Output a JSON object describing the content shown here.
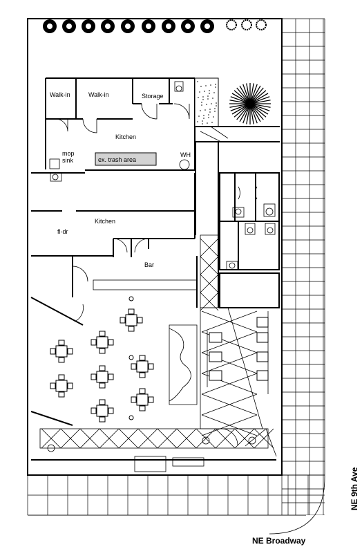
{
  "rooms": {
    "walkin_1": "Walk-in",
    "walkin_2": "Walk-in",
    "storage": "Storage",
    "kitchen_upper": "Kitchen",
    "mop_sink": [
      "mop",
      "sink"
    ],
    "trash_area": "ex. trash area",
    "water_heater": "WH",
    "kitchen_lower": "Kitchen",
    "floor_drain": "fl-dr",
    "bar": "Bar"
  },
  "streets": {
    "east": "NE 9th Ave",
    "south": "NE Broadway"
  }
}
